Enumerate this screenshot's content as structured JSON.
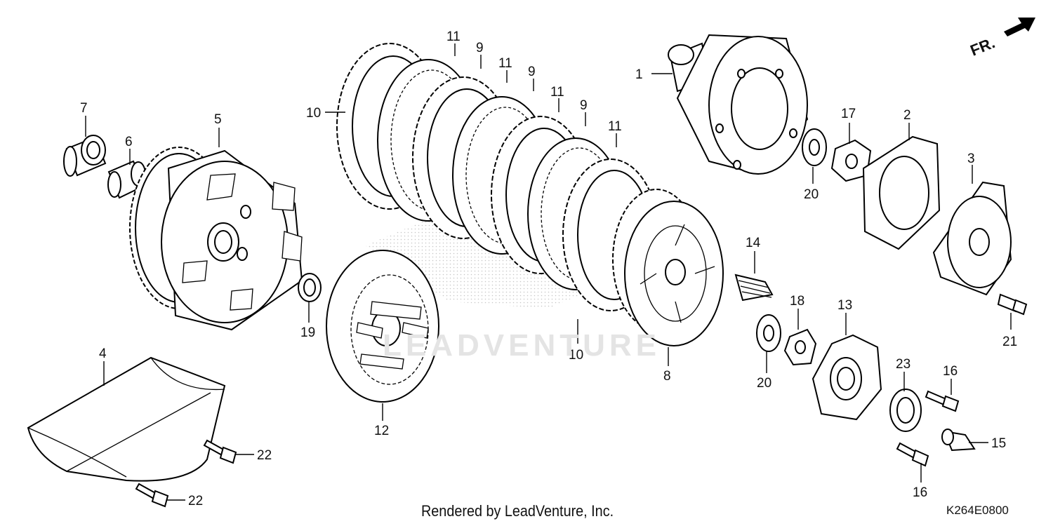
{
  "footer": {
    "rendered_by": "Rendered by LeadVenture, Inc.",
    "diagram_code": "K264E0800"
  },
  "watermark": {
    "text": "LEADVENTURE"
  },
  "direction_indicator": {
    "label": "FR.",
    "icon": "arrow-icon"
  },
  "callouts": [
    {
      "id": "c1",
      "label": "1"
    },
    {
      "id": "c2",
      "label": "2"
    },
    {
      "id": "c3",
      "label": "3"
    },
    {
      "id": "c4",
      "label": "4"
    },
    {
      "id": "c5",
      "label": "5"
    },
    {
      "id": "c6",
      "label": "6"
    },
    {
      "id": "c7",
      "label": "7"
    },
    {
      "id": "c8",
      "label": "8"
    },
    {
      "id": "c9a",
      "label": "9"
    },
    {
      "id": "c9b",
      "label": "9"
    },
    {
      "id": "c9c",
      "label": "9"
    },
    {
      "id": "c10a",
      "label": "10"
    },
    {
      "id": "c10b",
      "label": "10"
    },
    {
      "id": "c11a",
      "label": "11"
    },
    {
      "id": "c11b",
      "label": "11"
    },
    {
      "id": "c11c",
      "label": "11"
    },
    {
      "id": "c11d",
      "label": "11"
    },
    {
      "id": "c12",
      "label": "12"
    },
    {
      "id": "c13",
      "label": "13"
    },
    {
      "id": "c14",
      "label": "14"
    },
    {
      "id": "c15",
      "label": "15"
    },
    {
      "id": "c16a",
      "label": "16"
    },
    {
      "id": "c16b",
      "label": "16"
    },
    {
      "id": "c17",
      "label": "17"
    },
    {
      "id": "c18",
      "label": "18"
    },
    {
      "id": "c19",
      "label": "19"
    },
    {
      "id": "c20a",
      "label": "20"
    },
    {
      "id": "c20b",
      "label": "20"
    },
    {
      "id": "c21",
      "label": "21"
    },
    {
      "id": "c22a",
      "label": "22"
    },
    {
      "id": "c22b",
      "label": "22"
    },
    {
      "id": "c23",
      "label": "23"
    }
  ]
}
